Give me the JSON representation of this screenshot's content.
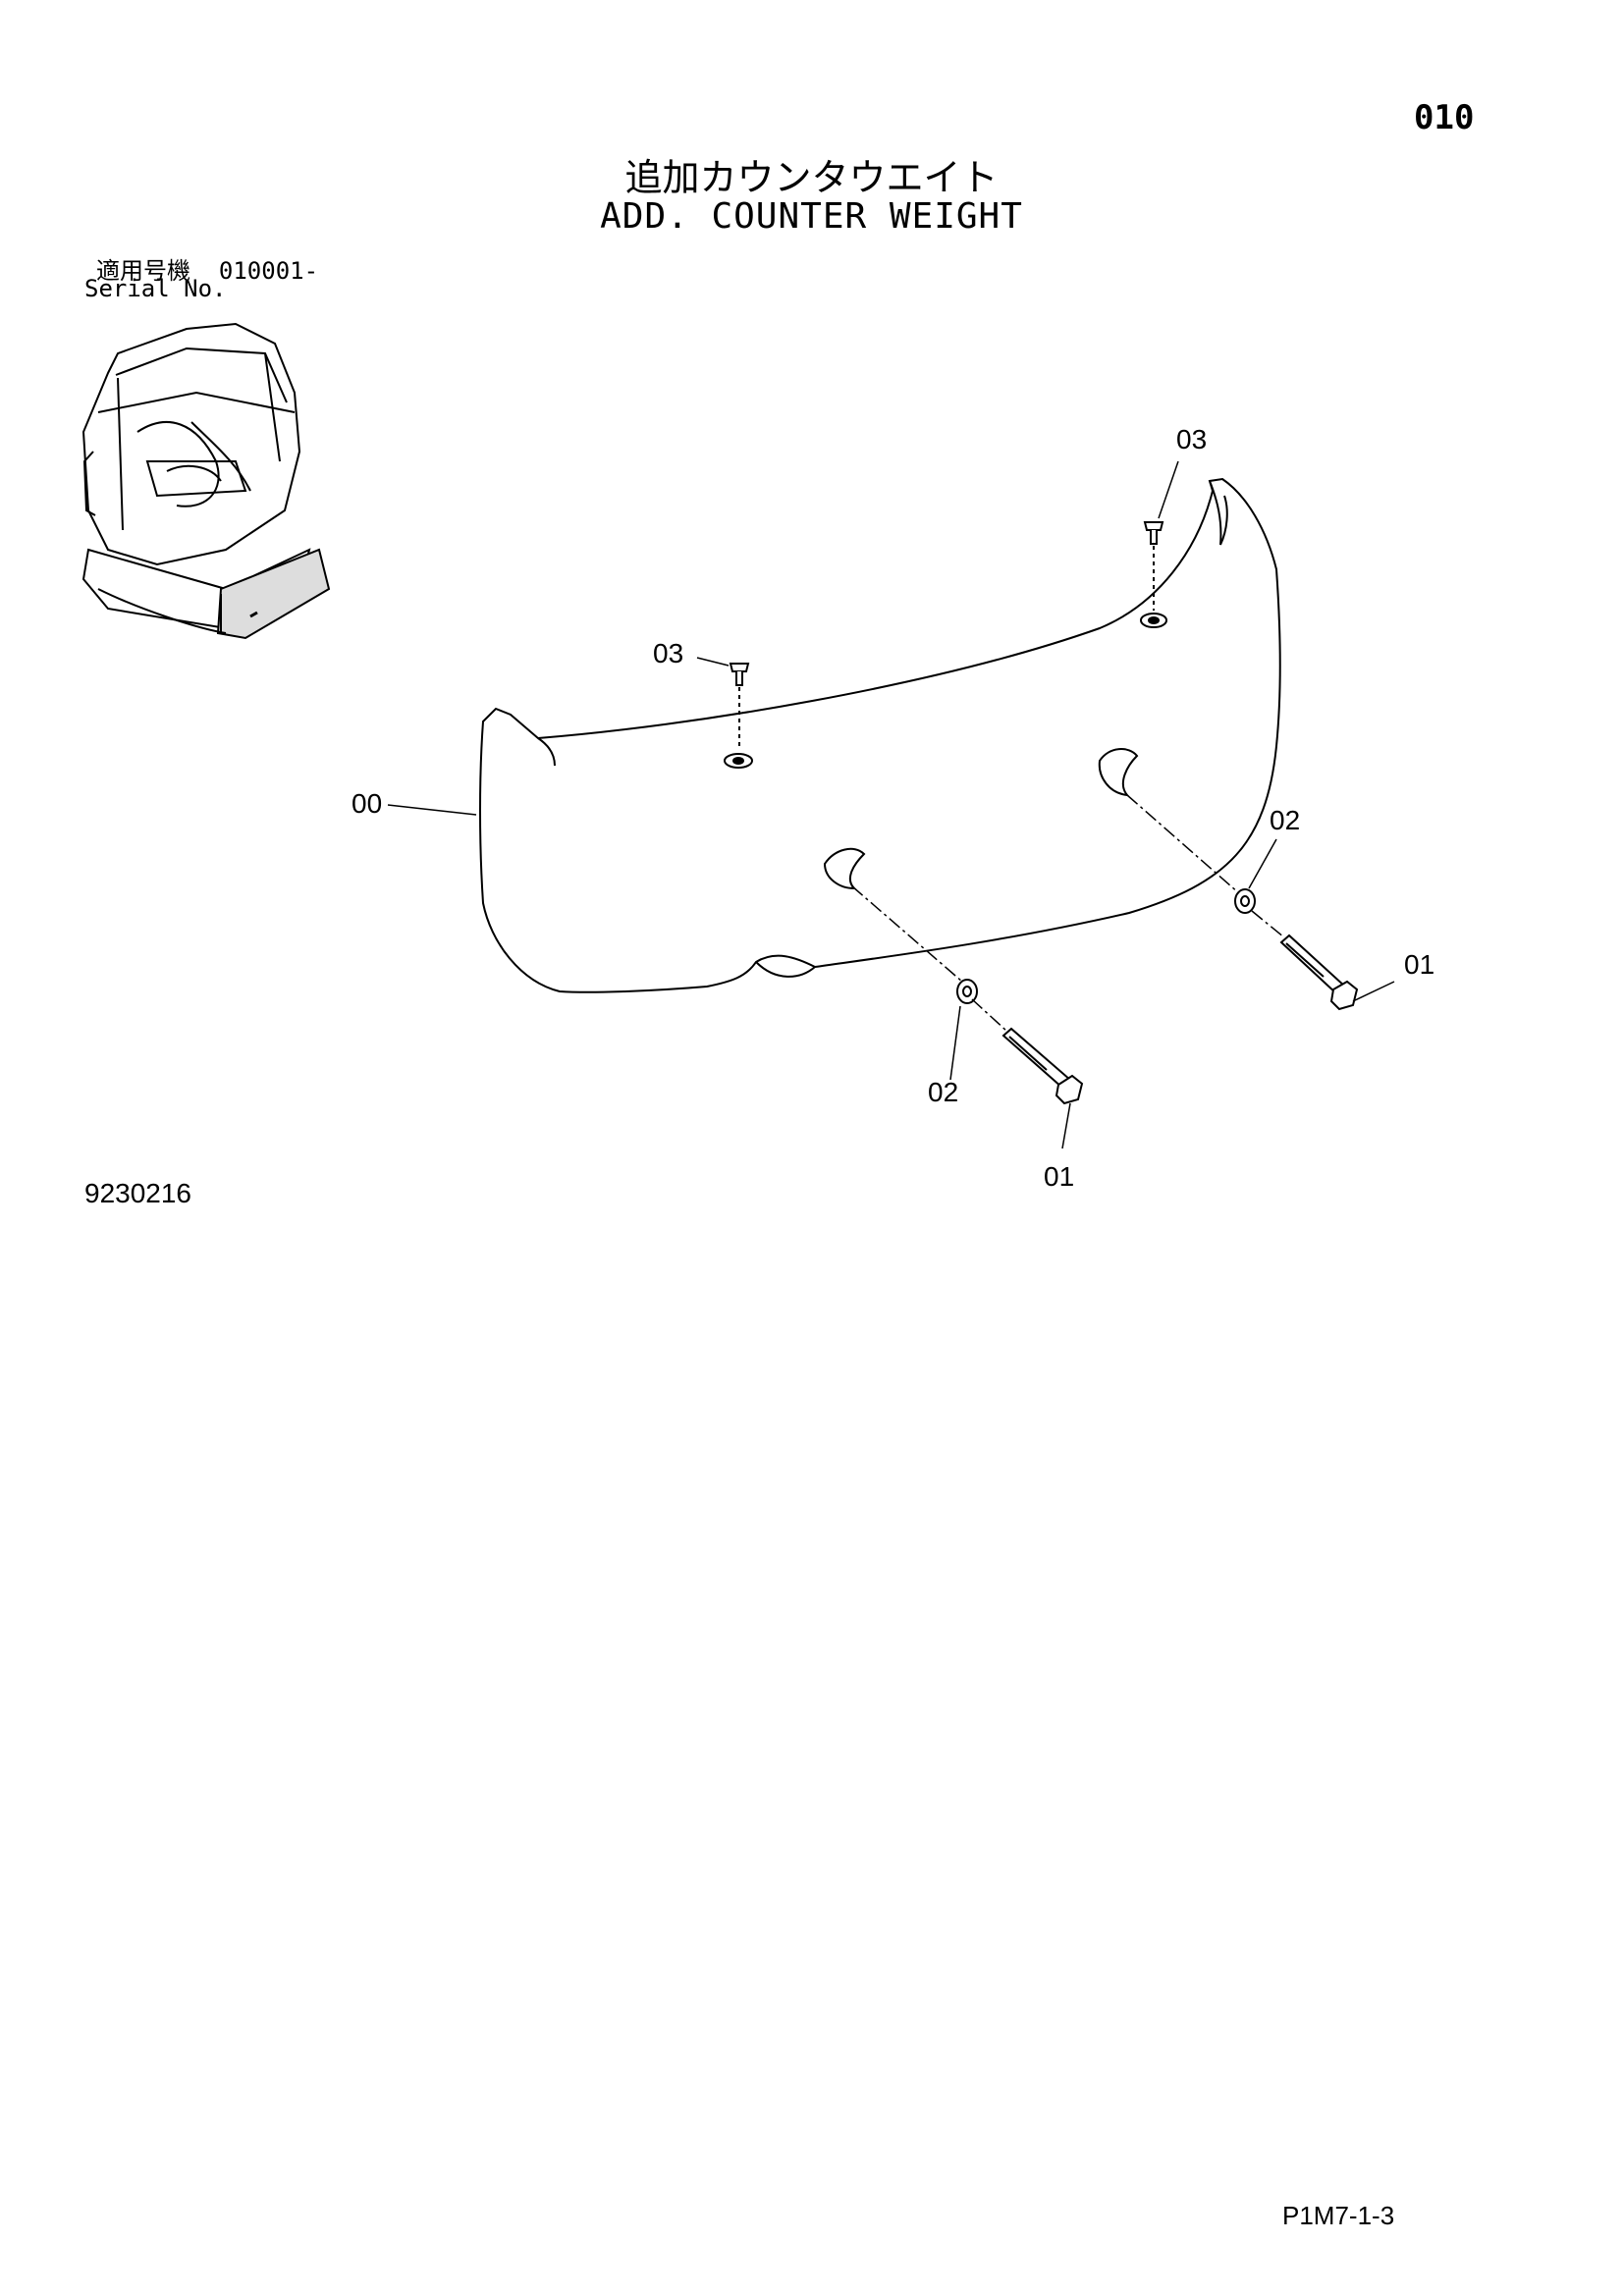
{
  "header": {
    "page_number": "010",
    "title_ja": "追加カウンタウエイト",
    "title_en": "ADD. COUNTER WEIGHT"
  },
  "serial": {
    "label_ja": "適用号機",
    "range": "010001-",
    "label_en": "Serial No."
  },
  "diagram": {
    "callouts": {
      "counterweight": "00",
      "bolt_right": "01",
      "bolt_left": "01",
      "washer_right": "02",
      "washer_left": "02",
      "screw_right": "03",
      "screw_left": "03"
    }
  },
  "footer": {
    "drawing_number": "9230216",
    "page_code": "P1M7-1-3"
  }
}
